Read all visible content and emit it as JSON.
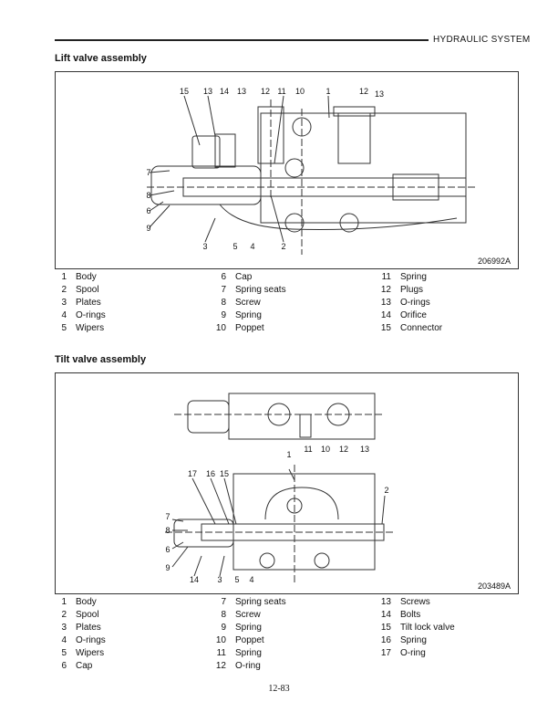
{
  "header": {
    "section": "HYDRAULIC SYSTEM"
  },
  "lift": {
    "title": "Lift valve assembly",
    "figure_id": "206992A",
    "callouts": {
      "top": [
        "15",
        "13",
        "14",
        "13",
        "12",
        "11",
        "10",
        "1",
        "12",
        "13"
      ],
      "left": [
        "7",
        "8",
        "6",
        "9"
      ],
      "bottom": [
        "3",
        "5",
        "4",
        "2"
      ]
    },
    "legend": [
      {
        "n": "1",
        "t": "Body"
      },
      {
        "n": "2",
        "t": "Spool"
      },
      {
        "n": "3",
        "t": "Plates"
      },
      {
        "n": "4",
        "t": "O-rings"
      },
      {
        "n": "5",
        "t": "Wipers"
      },
      {
        "n": "6",
        "t": "Cap"
      },
      {
        "n": "7",
        "t": "Spring seats"
      },
      {
        "n": "8",
        "t": "Screw"
      },
      {
        "n": "9",
        "t": "Spring"
      },
      {
        "n": "10",
        "t": "Poppet"
      },
      {
        "n": "11",
        "t": "Spring"
      },
      {
        "n": "12",
        "t": "Plugs"
      },
      {
        "n": "13",
        "t": "O-rings"
      },
      {
        "n": "14",
        "t": "Orifice"
      },
      {
        "n": "15",
        "t": "Connector"
      }
    ]
  },
  "tilt": {
    "title": "Tilt valve assembly",
    "figure_id": "203489A",
    "callouts": {
      "upper": [
        "11",
        "10",
        "12",
        "13"
      ],
      "body": "1",
      "top": [
        "17",
        "16",
        "15"
      ],
      "right": "2",
      "left": [
        "7",
        "8",
        "6",
        "9"
      ],
      "bottom": [
        "14",
        "3",
        "5",
        "4"
      ]
    },
    "legend": [
      {
        "n": "1",
        "t": "Body"
      },
      {
        "n": "2",
        "t": "Spool"
      },
      {
        "n": "3",
        "t": "Plates"
      },
      {
        "n": "4",
        "t": "O-rings"
      },
      {
        "n": "5",
        "t": "Wipers"
      },
      {
        "n": "6",
        "t": "Cap"
      },
      {
        "n": "7",
        "t": "Spring seats"
      },
      {
        "n": "8",
        "t": "Screw"
      },
      {
        "n": "9",
        "t": "Spring"
      },
      {
        "n": "10",
        "t": "Poppet"
      },
      {
        "n": "11",
        "t": "Spring"
      },
      {
        "n": "12",
        "t": "O-ring"
      },
      {
        "n": "13",
        "t": "Screws"
      },
      {
        "n": "14",
        "t": "Bolts"
      },
      {
        "n": "15",
        "t": "Tilt lock valve"
      },
      {
        "n": "16",
        "t": "Spring"
      },
      {
        "n": "17",
        "t": "O-ring"
      }
    ]
  },
  "footer": {
    "page_number": "12-83"
  }
}
